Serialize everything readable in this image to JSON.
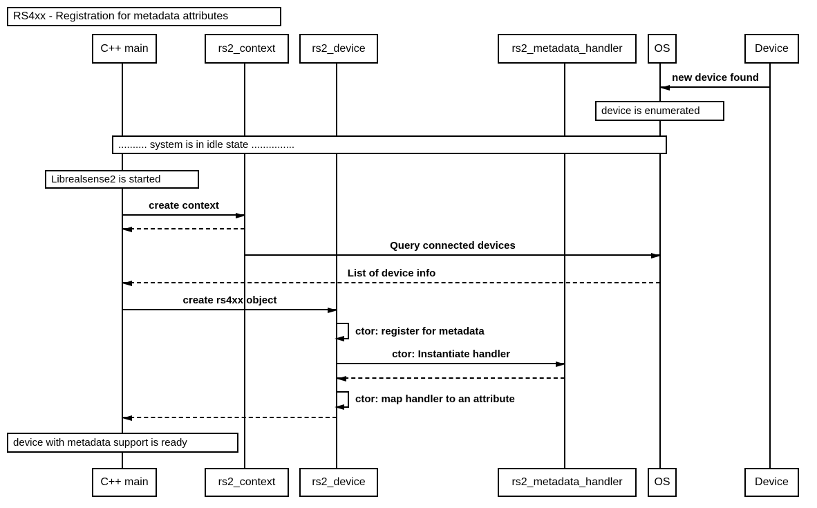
{
  "meta": {
    "ink_color": "#000000",
    "background_color": "#ffffff",
    "diagram_type": "uml-sequence"
  },
  "diagram": {
    "title": "RS4xx - Registration for metadata attributes",
    "participants": [
      {
        "id": "cpp-main",
        "label": "C++ main"
      },
      {
        "id": "rs2-context",
        "label": "rs2_context"
      },
      {
        "id": "rs2-device",
        "label": "rs2_device"
      },
      {
        "id": "rs2-metadata-handler",
        "label": "rs2_metadata_handler"
      },
      {
        "id": "os",
        "label": "OS"
      },
      {
        "id": "device",
        "label": "Device"
      }
    ],
    "messages": [
      {
        "id": "new-device-found",
        "label": "new device found",
        "from": "Device",
        "to": "OS",
        "style": "solid"
      },
      {
        "id": "create-context",
        "label": "create context",
        "from": "C++ main",
        "to": "rs2_context",
        "style": "solid"
      },
      {
        "id": "return-create-context",
        "label": "",
        "from": "rs2_context",
        "to": "C++ main",
        "style": "dashed"
      },
      {
        "id": "query-connected-devices",
        "label": "Query connected devices",
        "from": "rs2_context",
        "to": "OS",
        "style": "solid"
      },
      {
        "id": "list-of-device-info",
        "label": "List of device info",
        "from": "OS",
        "to": "C++ main",
        "style": "dashed"
      },
      {
        "id": "create-rs4xx-object",
        "label": "create rs4xx object",
        "from": "C++ main",
        "to": "rs2_device",
        "style": "solid"
      },
      {
        "id": "ctor-register-for-metadata",
        "label": "ctor: register for metadata",
        "from": "rs2_device",
        "to": "rs2_device",
        "style": "self"
      },
      {
        "id": "ctor-instantiate-handler",
        "label": "ctor: Instantiate handler",
        "from": "rs2_device",
        "to": "rs2_metadata_handler",
        "style": "solid"
      },
      {
        "id": "return-instantiate-handler",
        "label": "",
        "from": "rs2_metadata_handler",
        "to": "rs2_device",
        "style": "dashed"
      },
      {
        "id": "ctor-map-handler",
        "label": "ctor: map handler to an attribute",
        "from": "rs2_device",
        "to": "rs2_device",
        "style": "self"
      },
      {
        "id": "return-to-main",
        "label": "",
        "from": "rs2_device",
        "to": "C++ main",
        "style": "dashed"
      }
    ],
    "notes": [
      {
        "id": "device-is-enumerated",
        "label": "device is enumerated"
      },
      {
        "id": "system-idle",
        "label": ".......... system is in idle state ..............."
      },
      {
        "id": "librealsense-started",
        "label": "Librealsense2 is started"
      },
      {
        "id": "device-ready",
        "label": "device with metadata support is ready"
      }
    ]
  }
}
